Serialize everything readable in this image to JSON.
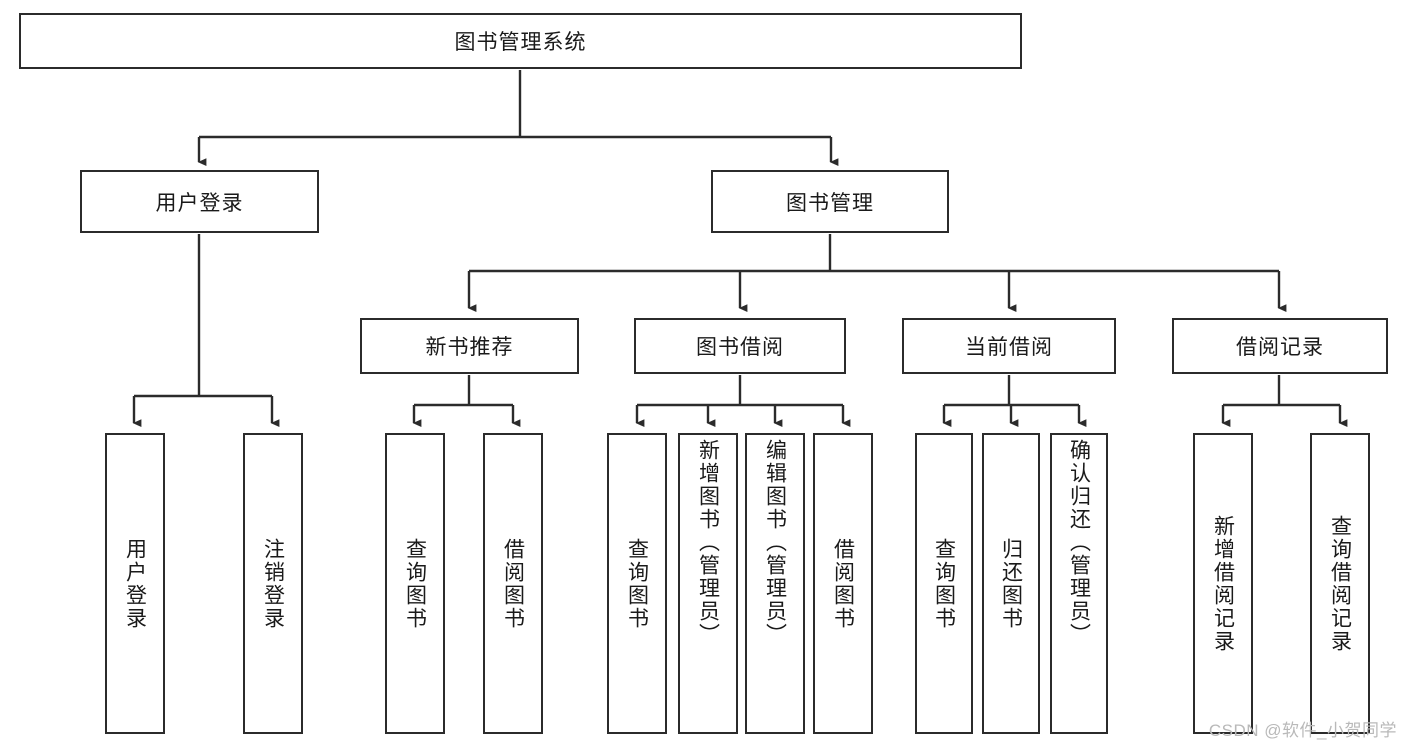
{
  "diagram": {
    "title": "图书管理系统",
    "type": "tree",
    "watermark": "CSDN @软件_小贺同学",
    "colors": {
      "box_border": "#2b2b2b",
      "box_fill": "#ffffff",
      "connector": "#2b2b2b",
      "text": "#1a1a1a",
      "watermark": "#b9b9b9",
      "background": "#ffffff"
    },
    "root": {
      "label": "图书管理系统",
      "orientation": "horizontal"
    },
    "level2": [
      {
        "label": "用户登录",
        "orientation": "horizontal"
      },
      {
        "label": "图书管理",
        "orientation": "horizontal"
      }
    ],
    "level3": [
      {
        "label": "新书推荐",
        "orientation": "horizontal"
      },
      {
        "label": "图书借阅",
        "orientation": "horizontal"
      },
      {
        "label": "当前借阅",
        "orientation": "horizontal"
      },
      {
        "label": "借阅记录",
        "orientation": "horizontal"
      }
    ],
    "leaves": {
      "user_login": [
        {
          "label": "用户登录",
          "orientation": "vertical"
        },
        {
          "label": "注销登录",
          "orientation": "vertical"
        }
      ],
      "new_book_recommend": [
        {
          "label": "查询图书",
          "orientation": "vertical"
        },
        {
          "label": "借阅图书",
          "orientation": "vertical"
        }
      ],
      "book_borrow": [
        {
          "label": "查询图书",
          "orientation": "vertical"
        },
        {
          "label": "新增图书（管理员）",
          "orientation": "vertical"
        },
        {
          "label": "编辑图书（管理员）",
          "orientation": "vertical"
        },
        {
          "label": "借阅图书",
          "orientation": "vertical"
        }
      ],
      "current_borrow": [
        {
          "label": "查询图书",
          "orientation": "vertical"
        },
        {
          "label": "归还图书",
          "orientation": "vertical"
        },
        {
          "label": "确认归还（管理员）",
          "orientation": "vertical"
        }
      ],
      "borrow_record": [
        {
          "label": "新增借阅记录",
          "orientation": "vertical"
        },
        {
          "label": "查询借阅记录",
          "orientation": "vertical"
        }
      ]
    }
  }
}
